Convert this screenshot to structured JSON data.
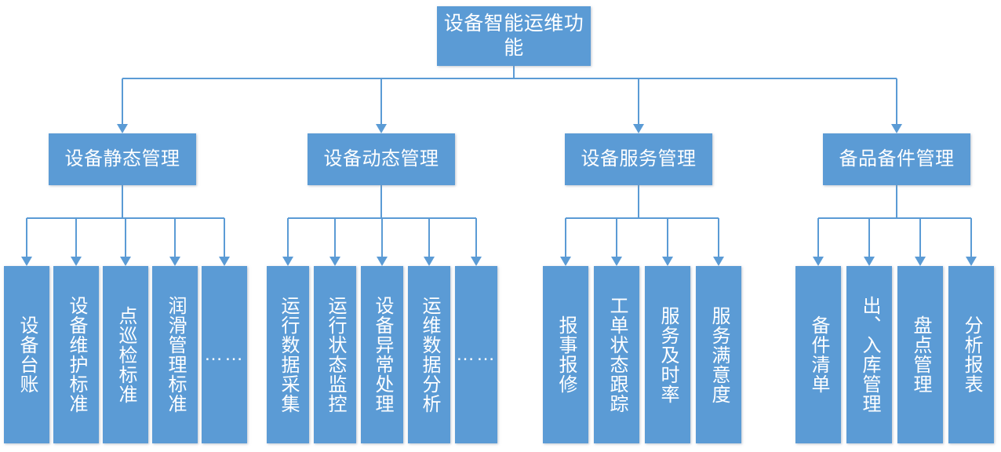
{
  "diagram": {
    "title": "设备智能运维功能",
    "type": "org-hierarchy-tree",
    "colors": {
      "node_fill": "#5B9BD5",
      "node_text": "#FFFFFF",
      "connector": "#5B9BD5",
      "background": "#FFFFFF"
    },
    "root": {
      "label": "设备智能运维功能"
    },
    "branches": [
      {
        "label": "设备静态管理",
        "children": [
          {
            "label": "设备台账",
            "is_ellipsis": false
          },
          {
            "label": "设备维护标准",
            "is_ellipsis": false
          },
          {
            "label": "点巡检标准",
            "is_ellipsis": false
          },
          {
            "label": "润滑管理标准",
            "is_ellipsis": false
          },
          {
            "label": "……",
            "is_ellipsis": true
          }
        ]
      },
      {
        "label": "设备动态管理",
        "children": [
          {
            "label": "运行数据采集",
            "is_ellipsis": false
          },
          {
            "label": "运行状态监控",
            "is_ellipsis": false
          },
          {
            "label": "设备异常处理",
            "is_ellipsis": false
          },
          {
            "label": "运维数据分析",
            "is_ellipsis": false
          },
          {
            "label": "……",
            "is_ellipsis": true
          }
        ]
      },
      {
        "label": "设备服务管理",
        "children": [
          {
            "label": "报事报修",
            "is_ellipsis": false
          },
          {
            "label": "工单状态跟踪",
            "is_ellipsis": false
          },
          {
            "label": "服务及时率",
            "is_ellipsis": false
          },
          {
            "label": "服务满意度",
            "is_ellipsis": false
          }
        ]
      },
      {
        "label": "备品备件管理",
        "children": [
          {
            "label": "备件清单",
            "is_ellipsis": false
          },
          {
            "label": "出、入库管理",
            "is_ellipsis": false
          },
          {
            "label": "盘点管理",
            "is_ellipsis": false
          },
          {
            "label": "分析报表",
            "is_ellipsis": false
          }
        ]
      }
    ]
  }
}
